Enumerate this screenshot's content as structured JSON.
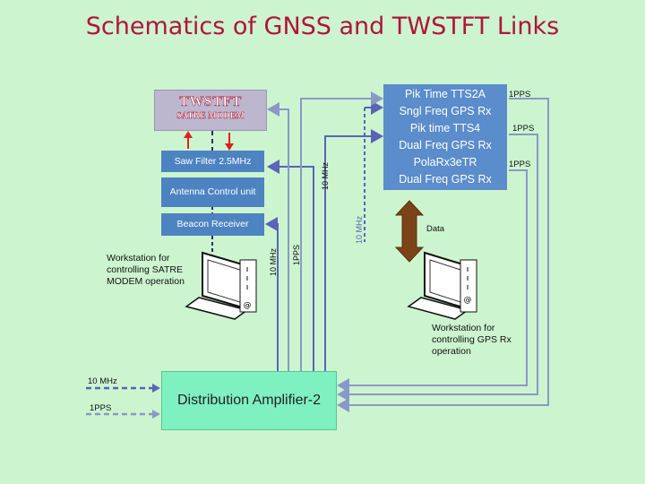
{
  "title": "Schematics of GNSS and TWSTFT Links",
  "twstft": {
    "title": "TWSTFT",
    "subtitle": "SATRE MODEM"
  },
  "boxes": {
    "saw_filter": "Saw Filter 2.5MHz",
    "antenna_control": "Antenna Control unit",
    "beacon_receiver": "Beacon Receiver",
    "distribution_amplifier": "Distribution Amplifier-2"
  },
  "gps_receivers": [
    "Pik Time TTS2A",
    "Sngl Freq GPS Rx",
    "Pik time TTS4",
    "Dual Freq GPS Rx",
    "PolaRx3eTR",
    "Dual Freq GPS Rx"
  ],
  "labels": {
    "pps_1": "1PPS",
    "pps_2": "1PPS",
    "pps_3": "1PPS",
    "ten_mhz_vertical_right": "10 MHz",
    "ten_mhz_vertical_gps": "10 MHz",
    "ten_mhz_vertical_left": "10 MHz",
    "pps_vertical": "1PPS",
    "data": "Data",
    "legend_10mhz": "10 MHz",
    "legend_1pps": "1PPS"
  },
  "workstations": {
    "left": "Workstation for controlling SATRE MODEM operation",
    "right": "Workstation for controlling GPS Rx operation"
  },
  "colors": {
    "background": "#ccf4cf",
    "title": "#b0143c",
    "ten_mhz_line": "#5a63b8",
    "pps_line": "#8a98c8",
    "red_arrow": "#e02020",
    "data_arrow": "#7a4418",
    "box_blue": "#4e83c2"
  }
}
